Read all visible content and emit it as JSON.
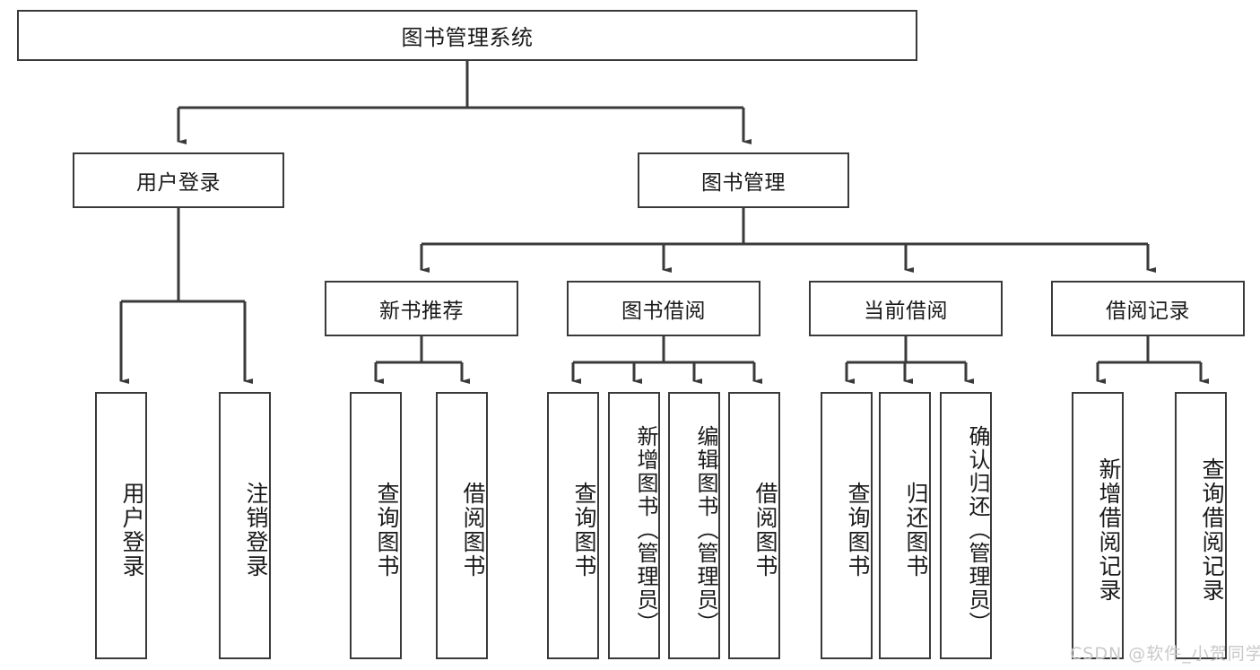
{
  "diagram": {
    "title": "图书管理系统",
    "type": "hierarchy-tree",
    "watermark": "CSDN @软件_小贺同学",
    "root": {
      "label": "图书管理系统"
    },
    "level1": [
      {
        "label": "用户登录"
      },
      {
        "label": "图书管理"
      }
    ],
    "level2": [
      {
        "label": "新书推荐"
      },
      {
        "label": "图书借阅"
      },
      {
        "label": "当前借阅"
      },
      {
        "label": "借阅记录"
      }
    ],
    "leaves": {
      "user_login": [
        {
          "label": "用户登录"
        },
        {
          "label": "注销登录"
        }
      ],
      "new_book": [
        {
          "label": "查询图书"
        },
        {
          "label": "借阅图书"
        }
      ],
      "book_borrow": [
        {
          "label": "查询图书"
        },
        {
          "label": "新增图书（管理员）"
        },
        {
          "label": "编辑图书（管理员）"
        },
        {
          "label": "借阅图书"
        }
      ],
      "current_borrow": [
        {
          "label": "查询图书"
        },
        {
          "label": "归还图书"
        },
        {
          "label": "确认归还（管理员）"
        }
      ],
      "borrow_record": [
        {
          "label": "新增借阅记录"
        },
        {
          "label": "查询借阅记录"
        }
      ]
    },
    "colors": {
      "stroke": "#3a3a3a",
      "background": "#ffffff",
      "text": "#1a1a1a",
      "watermark": "#c9c9c9"
    }
  }
}
